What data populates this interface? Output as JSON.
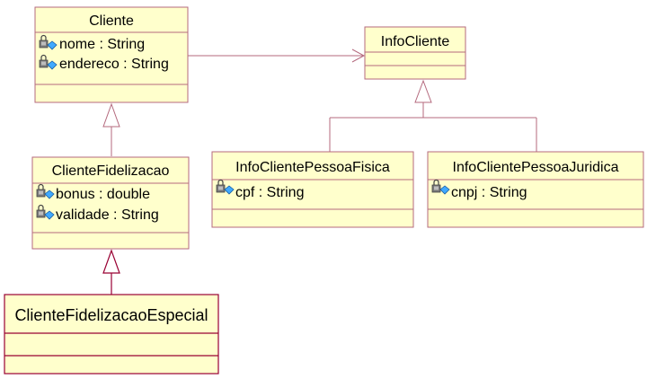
{
  "diagram": {
    "classes": {
      "cliente": {
        "name": "Cliente",
        "attributes": [
          {
            "text": "nome : String",
            "icon": "private-attribute-icon"
          },
          {
            "text": "endereco : String",
            "icon": "private-attribute-icon"
          }
        ]
      },
      "info_cliente": {
        "name": "InfoCliente",
        "attributes": []
      },
      "cliente_fidelizacao": {
        "name": "ClienteFidelizacao",
        "attributes": [
          {
            "text": "bonus : double",
            "icon": "private-attribute-icon"
          },
          {
            "text": "validade : String",
            "icon": "private-attribute-icon"
          }
        ]
      },
      "info_pf": {
        "name": "InfoClientePessoaFisica",
        "attributes": [
          {
            "text": "cpf : String",
            "icon": "private-attribute-icon"
          }
        ]
      },
      "info_pj": {
        "name": "InfoClientePessoaJuridica",
        "attributes": [
          {
            "text": "cnpj : String",
            "icon": "private-attribute-icon"
          }
        ]
      },
      "cliente_especial": {
        "name": "ClienteFidelizacaoEspecial",
        "attributes": []
      }
    },
    "relations": [
      {
        "type": "association",
        "from": "Cliente",
        "to": "InfoCliente"
      },
      {
        "type": "generalization",
        "from": "ClienteFidelizacao",
        "to": "Cliente"
      },
      {
        "type": "generalization",
        "from": "InfoClientePessoaFisica",
        "to": "InfoCliente"
      },
      {
        "type": "generalization",
        "from": "InfoClientePessoaJuridica",
        "to": "InfoCliente"
      },
      {
        "type": "generalization",
        "from": "ClienteFidelizacaoEspecial",
        "to": "ClienteFidelizacao"
      }
    ],
    "colors": {
      "class_fill": "#ffffcc",
      "line": "#b46a7e",
      "highlight_line": "#990033",
      "icon_blue": "#3fa9ff",
      "icon_gray": "#6f6f6f"
    }
  }
}
